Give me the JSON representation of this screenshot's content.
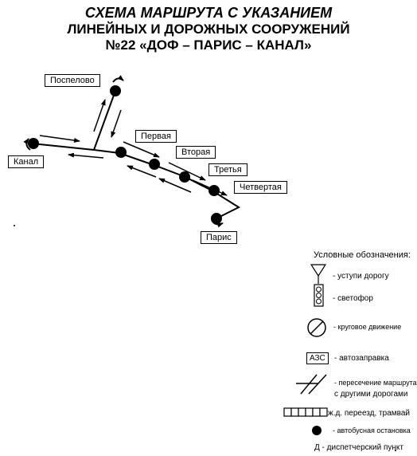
{
  "title": {
    "line1": "СХЕМА МАРШРУТА С УКАЗАНИЕМ",
    "line2": "ЛИНЕЙНЫХ И ДОРОЖНЫХ СООРУЖЕНИЙ",
    "line3": "№22 «ДОФ – ПАРИС – КАНАЛ»"
  },
  "stops": {
    "pospelovo": "Поспелово",
    "kanal": "Канал",
    "pervaya": "Первая",
    "vtoraya": "Вторая",
    "tretya": "Третья",
    "chetvertaya": "Четвертая",
    "paris": "Парис"
  },
  "legend": {
    "heading": "Условные обозначения:",
    "yield": "- уступи дорогу",
    "traffic_light": "- светофор",
    "roundabout": "- круговое   движение",
    "gas_station_box": "АЗС",
    "gas_station": "- автозаправка",
    "crossing_line1": "- пересечение маршрута",
    "crossing_line2": "с другими дорогами",
    "railway": "ж.д. переезд, трамвай",
    "bus_stop": "- автобусная остановка",
    "dispatch": "Д - диспетчерский пункт"
  }
}
